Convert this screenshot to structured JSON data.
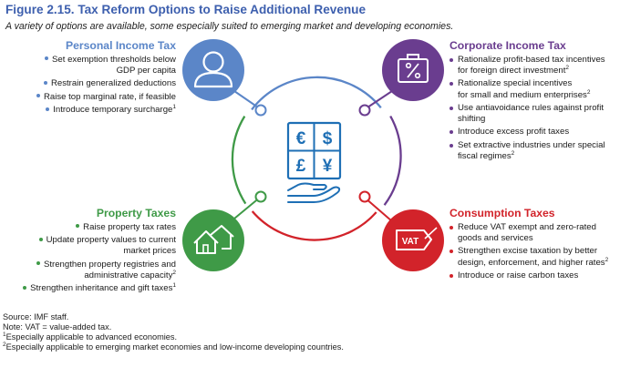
{
  "figure": {
    "title": "Figure 2.15. Tax Reform Options to Raise Additional Revenue",
    "subtitle": "A variety of options are available, some especially suited to emerging market and developing economies."
  },
  "panels": {
    "personal_income_tax": {
      "title": "Personal Income Tax",
      "color": "#5b86c8",
      "icon": "person-icon",
      "items": [
        "Set exemption thresholds below",
        "GDP per capita",
        "Restrain generalized deductions",
        "Raise top marginal rate, if feasible",
        "Introduce temporary surcharge",
        "1"
      ]
    },
    "corporate_income_tax": {
      "title": "Corporate Income Tax",
      "color": "#6a3d8f",
      "icon": "briefcase-percent-icon",
      "items": [
        "Rationalize profit-based tax incentives",
        "for foreign direct investment",
        "2",
        "Rationalize special incentives",
        "for small and medium enterprises",
        "2",
        "Use antiavoidance rules against profit",
        "shifting",
        "Introduce excess profit taxes",
        "Set extractive industries under special",
        "fiscal regimes",
        "2"
      ]
    },
    "property_taxes": {
      "title": "Property Taxes",
      "color": "#3f9a47",
      "icon": "houses-icon",
      "items": [
        "Raise property tax rates",
        "Update property values to current",
        "market prices",
        "Strengthen property registries and",
        "administrative capacity",
        "2",
        "Strengthen inheritance and gift taxes",
        "1"
      ]
    },
    "consumption_taxes": {
      "title": "Consumption Taxes",
      "color": "#d2232a",
      "icon": "vat-tag-icon",
      "icon_label": "VAT",
      "items": [
        "Reduce VAT exempt and zero-rated",
        "goods and services",
        "Strengthen excise taxation by better",
        "design, enforcement, and higher rates",
        "2",
        "Introduce or raise carbon taxes"
      ]
    }
  },
  "center": {
    "icon": "currency-hand-icon",
    "symbols": [
      "€",
      "$",
      "£",
      "¥"
    ],
    "color": "#1e6fb5"
  },
  "notes": {
    "source": "Source: IMF staff.",
    "note": "Note: VAT = value-added tax.",
    "fn1_mark": "1",
    "fn1": "Especially applicable to advanced economies.",
    "fn2_mark": "2",
    "fn2": "Especially applicable to emerging market economies and low-income developing countries."
  }
}
